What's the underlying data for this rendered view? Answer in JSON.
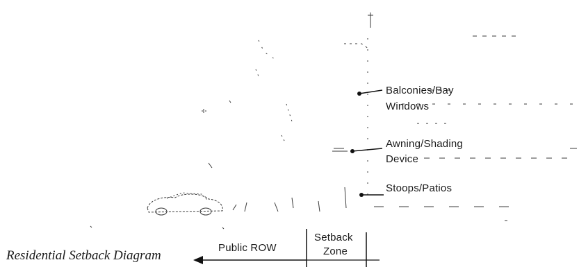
{
  "diagram": {
    "caption": "Residential Setback Diagram",
    "labels": {
      "balconies_line1": "Balconies/Bay",
      "balconies_line2": "Windows",
      "awning_line1": "Awning/Shading",
      "awning_line2": "Device",
      "stoops": "Stoops/Patios",
      "public_row": "Public ROW",
      "setback_line1": "Setback",
      "setback_line2": "Zone"
    },
    "colors": {
      "ink": "#111111",
      "background": "#ffffff"
    }
  }
}
